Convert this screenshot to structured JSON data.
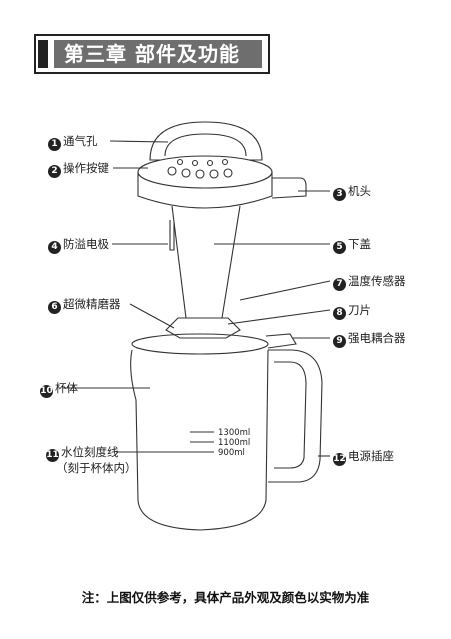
{
  "title": "第三章 部件及功能",
  "parts": [
    {
      "num": "1",
      "label": "通气孔"
    },
    {
      "num": "2",
      "label": "操作按键"
    },
    {
      "num": "3",
      "label": "机头"
    },
    {
      "num": "4",
      "label": "防溢电极"
    },
    {
      "num": "5",
      "label": "下盖"
    },
    {
      "num": "6",
      "label": "超微精磨器"
    },
    {
      "num": "7",
      "label": "温度传感器"
    },
    {
      "num": "8",
      "label": "刀片"
    },
    {
      "num": "9",
      "label": "强电耦合器"
    },
    {
      "num": "10",
      "label": "杯体"
    },
    {
      "num": "11",
      "label": "水位刻度线",
      "sub": "（刻于杯体内）"
    },
    {
      "num": "12",
      "label": "电源插座"
    }
  ],
  "scale": [
    "1300ml",
    "1100ml",
    "900ml"
  ],
  "note": "注：上图仅供参考，具体产品外观及颜色以实物为准"
}
